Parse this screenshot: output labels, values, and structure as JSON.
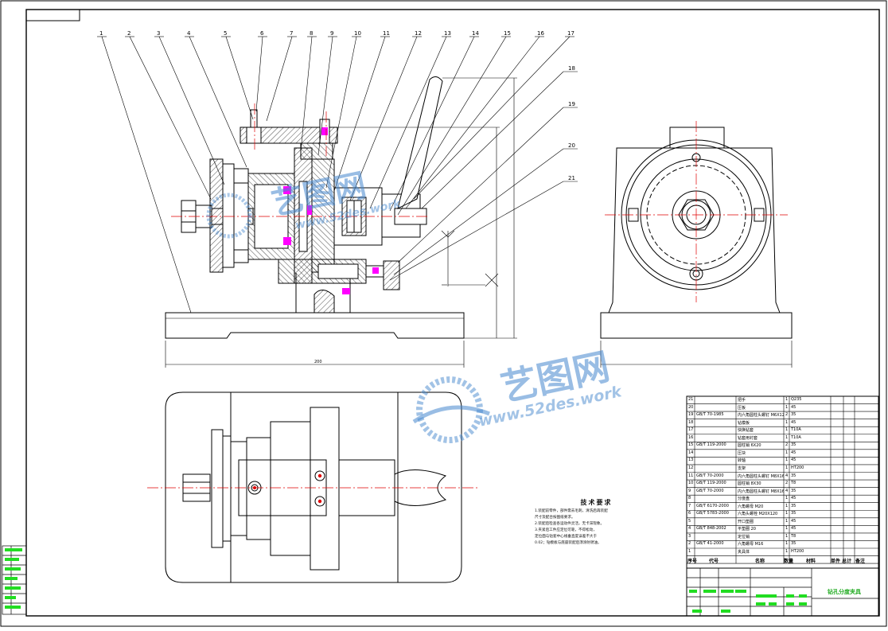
{
  "drawing": {
    "callouts": [
      "1",
      "2",
      "3",
      "4",
      "5",
      "6",
      "7",
      "8",
      "9",
      "10",
      "11",
      "12",
      "13",
      "14",
      "15",
      "16",
      "17",
      "18",
      "19",
      "20",
      "21"
    ],
    "dimension_label": "200"
  },
  "watermark": {
    "cn": "艺图网",
    "url": "www.52des.work"
  },
  "notes": {
    "title": "技术要求",
    "lines": [
      "1.装配前零件，部件需去毛刺，清洗后再装配",
      "  尺寸及配合按图纸要求。",
      "2.装配后检查各运动件灵活，无卡滞现象。",
      "3.夹紧后工件应定位可靠，不得松动，",
      "  定位面与钻套中心线垂直度误差不大于",
      "  0.02；钻模板与底座装配后须涂防锈油。"
    ]
  },
  "bom": {
    "rows": [
      {
        "code": "",
        "name": "把手",
        "qty": "1",
        "mat": "Q235"
      },
      {
        "code": "",
        "name": "压板",
        "qty": "1",
        "mat": "45"
      },
      {
        "code": "GB/T 70-1985",
        "name": "内六角圆柱头螺钉 M6X12",
        "qty": "2",
        "mat": "35"
      },
      {
        "code": "",
        "name": "钻模板",
        "qty": "1",
        "mat": "45"
      },
      {
        "code": "",
        "name": "快换钻套",
        "qty": "1",
        "mat": "T10A"
      },
      {
        "code": "",
        "name": "钻套用衬套",
        "qty": "1",
        "mat": "T10A"
      },
      {
        "code": "GB/T 119-2000",
        "name": "圆柱销 6X20",
        "qty": "2",
        "mat": "35"
      },
      {
        "code": "",
        "name": "压块",
        "qty": "1",
        "mat": "45"
      },
      {
        "code": "",
        "name": "转轴",
        "qty": "1",
        "mat": "45"
      },
      {
        "code": "",
        "name": "支架",
        "qty": "1",
        "mat": "HT200"
      },
      {
        "code": "GB/T 70-2000",
        "name": "内六角圆柱头螺钉 M8X16",
        "qty": "4",
        "mat": "35"
      },
      {
        "code": "GB/T 119-2000",
        "name": "圆柱销 8X30",
        "qty": "2",
        "mat": "T8"
      },
      {
        "code": "GB/T 70-2000",
        "name": "内六角圆柱头螺钉 M8X16",
        "qty": "4",
        "mat": "35"
      },
      {
        "code": "",
        "name": "分度盘",
        "qty": "1",
        "mat": "45"
      },
      {
        "code": "GB/T 6170-2000",
        "name": "六角螺母 M20",
        "qty": "1",
        "mat": "35"
      },
      {
        "code": "GB/T 5783-2000",
        "name": "六角头螺栓 M20X120",
        "qty": "1",
        "mat": "35"
      },
      {
        "code": "",
        "name": "开口垫圈",
        "qty": "1",
        "mat": "45"
      },
      {
        "code": "GB/T 848-2002",
        "name": "平垫圈 20",
        "qty": "1",
        "mat": "45"
      },
      {
        "code": "",
        "name": "定位销",
        "qty": "1",
        "mat": "T8"
      },
      {
        "code": "GB/T 41-2000",
        "name": "六角螺母 M16",
        "qty": "1",
        "mat": "35"
      },
      {
        "code": "",
        "name": "夹具体",
        "qty": "1",
        "mat": "HT200"
      }
    ],
    "headers": {
      "seq": "序号",
      "code": "代号",
      "name": "名称",
      "qty": "数量",
      "mat": "材料",
      "weight": "单件 总计",
      "note": "备注"
    }
  },
  "title_block": {
    "drawing_name": "钻孔分度夹具"
  }
}
